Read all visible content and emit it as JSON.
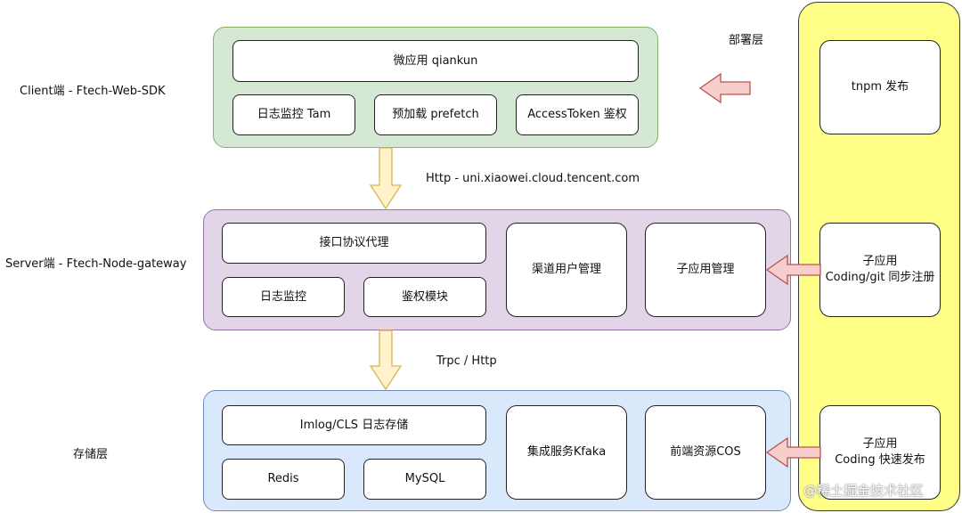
{
  "labels": {
    "client": "Client端 - Ftech-Web-SDK",
    "server": "Server端 - Ftech-Node-gateway",
    "storage": "存储层",
    "deploy": "部署层",
    "http": "Http - uni.xiaowei.cloud.tencent.com",
    "trpc": "Trpc / Http"
  },
  "client": {
    "qiankun": "微应用 qiankun",
    "tam": "日志监控 Tam",
    "prefetch": "预加载 prefetch",
    "access": "AccessToken 鉴权"
  },
  "server": {
    "proxy": "接口协议代理",
    "log": "日志监控",
    "auth": "鉴权模块",
    "channel": "渠道用户管理",
    "subapp": "子应用管理"
  },
  "storage": {
    "imlog": "Imlog/CLS 日志存储",
    "redis": "Redis",
    "mysql": "MySQL",
    "kafka": "集成服务Kfaka",
    "cos": "前端资源COS"
  },
  "deploy": {
    "tnpm": "tnpm 发布",
    "sync_title": "子应用",
    "sync_sub": "Coding/git 同步注册",
    "fast_title": "子应用",
    "fast_sub": "Coding 快速发布"
  },
  "watermark": "@稀土掘金技术社区",
  "colors": {
    "client_fill": "#d5e8d4",
    "client_stroke": "#82b366",
    "server_fill": "#e1d5e7",
    "server_stroke": "#9673a6",
    "storage_fill": "#dae8fc",
    "storage_stroke": "#6c8ebf",
    "deploy_fill": "#ffff88",
    "deploy_stroke": "#36393d",
    "flow_arrow_fill": "#fff2cc",
    "flow_arrow_stroke": "#d6b656",
    "side_arrow_fill": "#f8cecc",
    "side_arrow_stroke": "#b85450"
  }
}
